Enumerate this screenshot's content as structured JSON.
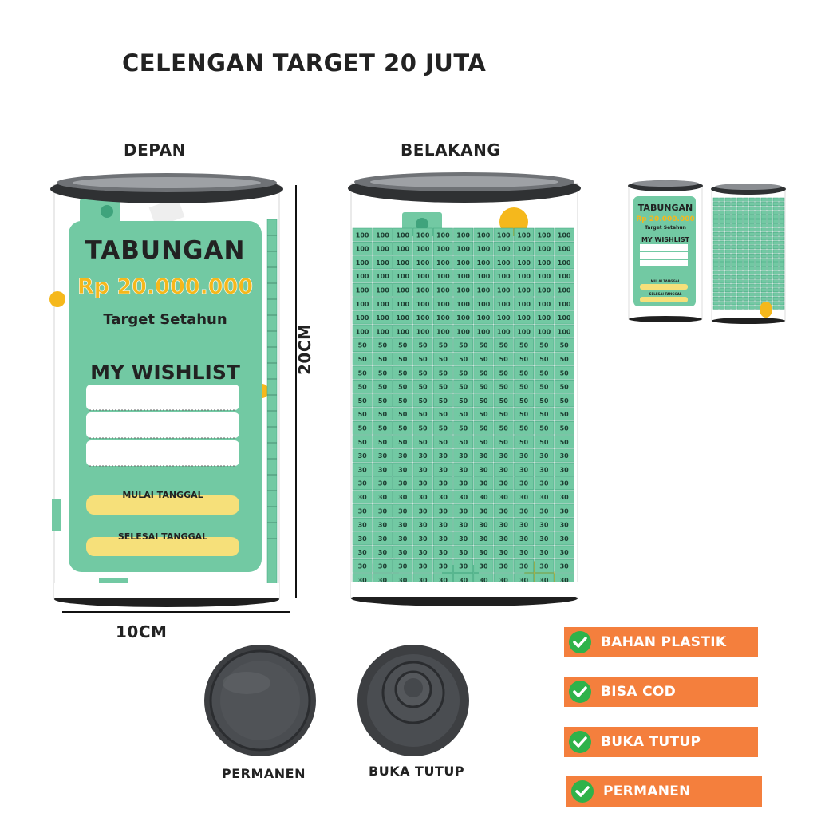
{
  "title": "CELENGAN TARGET 20 JUTA",
  "labels": {
    "front": "DEPAN",
    "back": "BELAKANG",
    "height": "20CM",
    "width": "10CM",
    "lid_permanent": "PERMANEN",
    "lid_open": "BUKA TUTUP"
  },
  "front_wrap": {
    "heading": "TABUNGAN",
    "amount": "Rp 20.000.000",
    "subheading": "Target Setahun",
    "wishlist_title": "MY WISHLIST",
    "start_label": "MULAI TANGGAL",
    "end_label": "SELESAI TANGGAL"
  },
  "back_wrap": {
    "rows": [
      {
        "value": "100",
        "count": 8
      },
      {
        "value": "50",
        "count": 8
      },
      {
        "value": "30",
        "count": 10
      }
    ]
  },
  "features": [
    "BAHAN PLASTIK",
    "BISA COD",
    "BUKA TUTUP",
    "PERMANEN"
  ],
  "colors": {
    "mint": "#72c9a3",
    "mint_dark": "#3fa37c",
    "gold": "#f5b81c",
    "yellow_field": "#f6e07a",
    "orange": "#f47f3d",
    "check_green": "#2fb24a",
    "lid": "#3d3f42"
  }
}
